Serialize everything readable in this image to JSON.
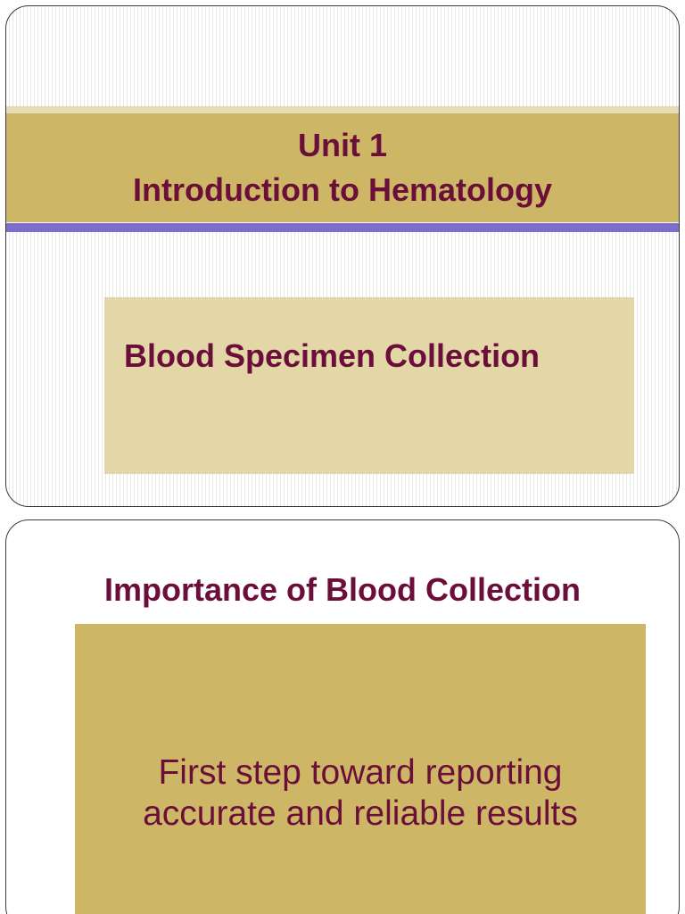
{
  "slide1": {
    "title_line1": "Unit 1",
    "title_line2": "Introduction to Hematology",
    "subtitle": "Blood Specimen Collection"
  },
  "slide2": {
    "heading": "Importance of Blood Collection",
    "body_line1": "First step toward reporting",
    "body_line2": "accurate and reliable results"
  },
  "colors": {
    "title_text": "#6b0f3a",
    "band_gold": "#cdb766",
    "subtitle_box": "#e3d7a8",
    "rule_purple": "#7b6fcb"
  }
}
